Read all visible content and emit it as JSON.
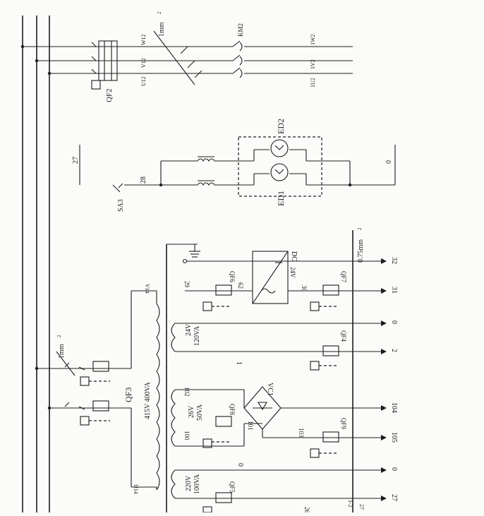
{
  "labels": {
    "qf2": "QF2",
    "w12": "W12",
    "v12": "V12",
    "u12": "U12",
    "mm2_top": "1mm",
    "exp2": "2",
    "km2": "KM2",
    "w2": "1W2",
    "v2": "1V2",
    "u2": "1U2",
    "n27": "27",
    "n28": "28",
    "sa3": "SA3",
    "ed2": "ED2",
    "ed1": "ED1",
    "n0_lamp": "0",
    "v14": "V14",
    "u14": "U14",
    "mm2_qf3": "1mm",
    "qf3": "QF3",
    "tr_main": "415V 400VA",
    "dc": "DC",
    "mm075": "0.75mm",
    "u24": "24V",
    "n30": "30",
    "n29": "29",
    "n62": "62",
    "qf6": "QF6",
    "qf7": "QF7",
    "w24_120": "24V",
    "va120": "120VA",
    "qf4": "QF4",
    "n1": "1",
    "vc1": "VC1",
    "n102": "102",
    "w26": "26V",
    "va50": "50VA",
    "qf8": "QF8",
    "n100": "100",
    "n101": "101",
    "n103": "103",
    "qf9": "QF9",
    "w220": "220V",
    "va100": "100VA",
    "qf5": "QF5",
    "n26": "26",
    "n27b": "27",
    "n0_mid": "0",
    "qf12": "1-2",
    "r32": "32",
    "r31": "31",
    "r0a": "0",
    "r2": "2",
    "r104": "104",
    "r105": "105",
    "r0b": "0",
    "r27": "27"
  }
}
